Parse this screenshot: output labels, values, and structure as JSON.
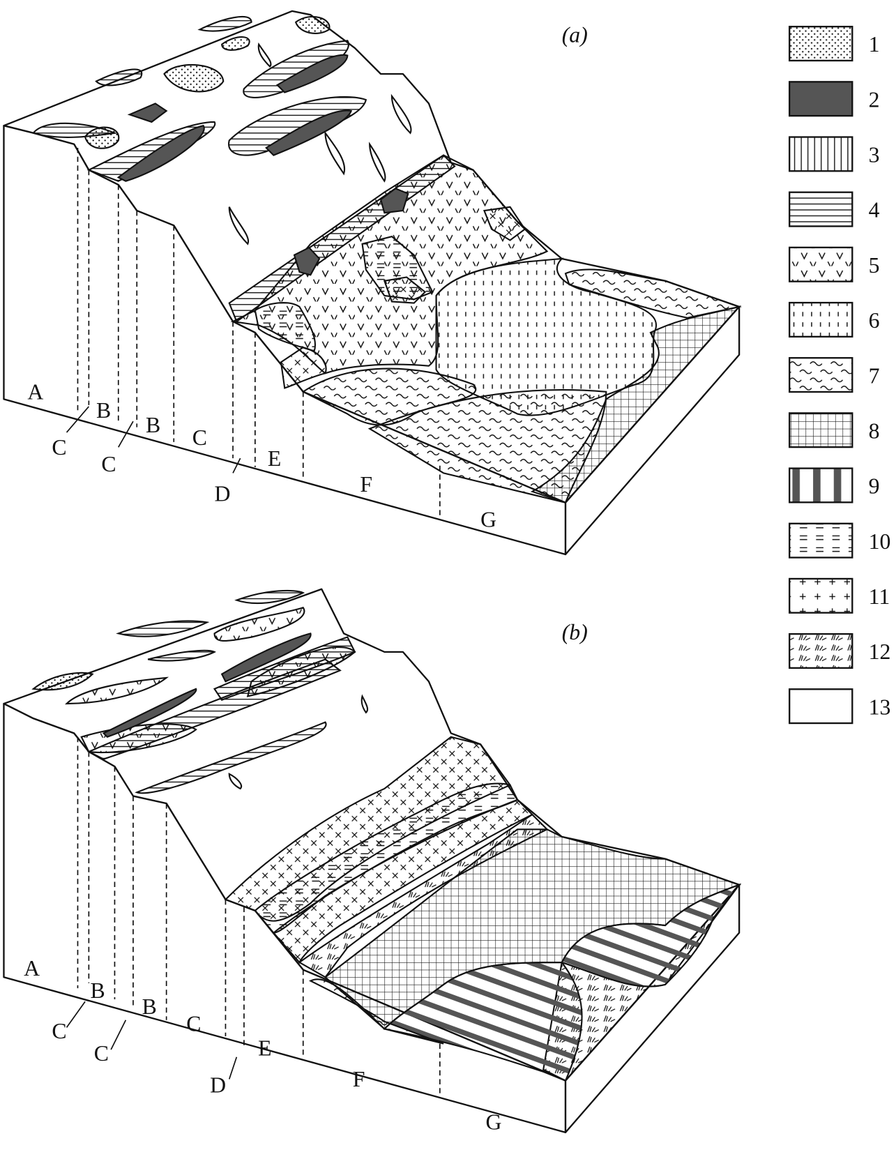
{
  "panels": {
    "a": {
      "label": "(a)"
    },
    "b": {
      "label": "(b)"
    }
  },
  "zones": {
    "a": {
      "A": "A",
      "B1": "B",
      "B2": "B",
      "C1": "C",
      "C2": "C",
      "C3": "C",
      "D": "D",
      "E": "E",
      "F": "F",
      "G": "G"
    },
    "b": {
      "A": "A",
      "B1": "B",
      "B2": "B",
      "C1": "C",
      "C2": "C",
      "C3": "C",
      "D": "D",
      "E": "E",
      "F": "F",
      "G": "G"
    }
  },
  "legend": [
    {
      "number": "1",
      "pattern": "dots"
    },
    {
      "number": "2",
      "pattern": "solid-dark"
    },
    {
      "number": "3",
      "pattern": "vertical-lines"
    },
    {
      "number": "4",
      "pattern": "horizontal-lines"
    },
    {
      "number": "5",
      "pattern": "v-marks"
    },
    {
      "number": "6",
      "pattern": "dashed-vertical"
    },
    {
      "number": "7",
      "pattern": "tildes"
    },
    {
      "number": "8",
      "pattern": "grid"
    },
    {
      "number": "9",
      "pattern": "dark-bars"
    },
    {
      "number": "10",
      "pattern": "double-dashes"
    },
    {
      "number": "11",
      "pattern": "crosses"
    },
    {
      "number": "12",
      "pattern": "grass"
    },
    {
      "number": "13",
      "pattern": "blank"
    }
  ],
  "colors": {
    "dark": "#555555",
    "line": "#111111"
  }
}
